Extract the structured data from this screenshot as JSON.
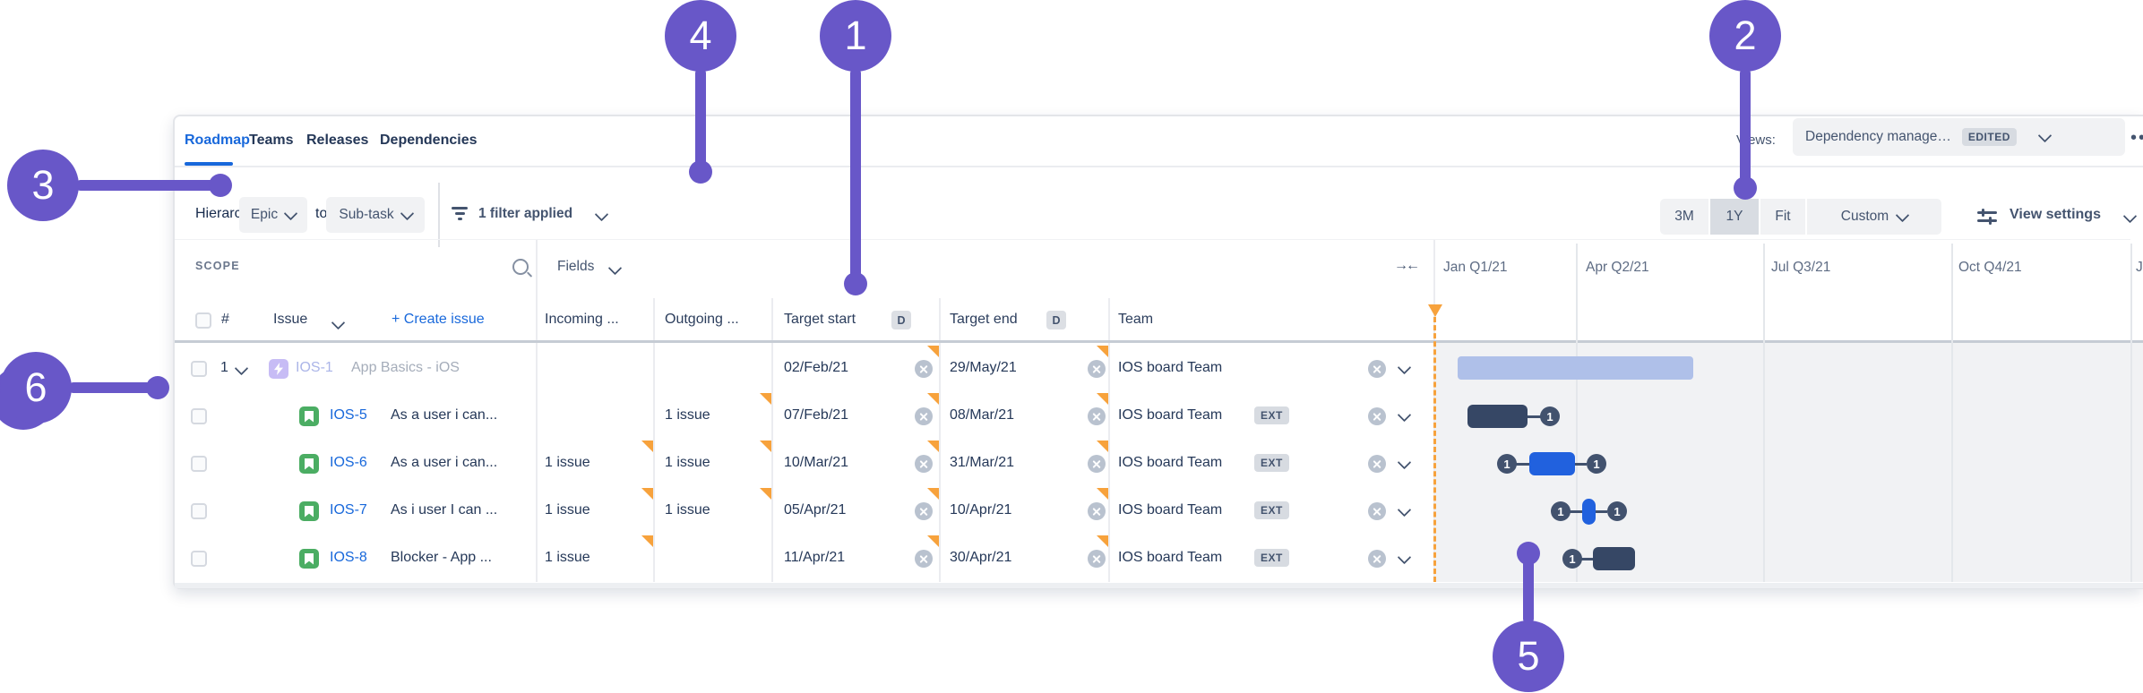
{
  "colors": {
    "accent_purple": "#6857C8",
    "link_blue": "#1868DB",
    "orange": "#F7A23C",
    "bar_dark": "#364765",
    "bar_blue": "#2161DE",
    "epic_bar": "#AFC0E9",
    "badge_circle": "#42526E"
  },
  "callouts": {
    "one": "1",
    "two": "2",
    "three": "3",
    "four": "4",
    "five": "5",
    "six": "6",
    "ghost_five": "5",
    "ghost_white_five": "5"
  },
  "tabs": [
    {
      "label": "Roadmap"
    },
    {
      "label": "Teams"
    },
    {
      "label": "Releases"
    },
    {
      "label": "Dependencies"
    }
  ],
  "views": {
    "label": "Views:",
    "value": "Dependency manage…",
    "badge": "EDITED",
    "more": "••"
  },
  "toolbar": {
    "hierarchy": "Hierarchy:",
    "level_from": "Epic",
    "to": "to",
    "level_to": "Sub-task",
    "filter": "1 filter applied"
  },
  "zoombar": {
    "m3": "3M",
    "y1": "1Y",
    "fit": "Fit",
    "custom": "Custom",
    "view_settings": "View settings"
  },
  "table": {
    "scope": "SCOPE",
    "fields": "Fields",
    "hash": "#",
    "issue": "Issue",
    "create": "+ Create issue",
    "incoming": "Incoming ...",
    "outgoing": "Outgoing ...",
    "target_start": "Target start",
    "target_end": "Target end",
    "team": "Team",
    "d": "D",
    "collapse": "→←"
  },
  "rows": [
    {
      "num": "1",
      "key": "IOS-1",
      "title": "App Basics - iOS",
      "start": "02/Feb/21",
      "end": "29/May/21",
      "team": "IOS board Team"
    },
    {
      "key": "IOS-5",
      "title": "As a user i can...",
      "outgoing": "1 issue",
      "start": "07/Feb/21",
      "end": "08/Mar/21",
      "team": "IOS board Team",
      "ext": "EXT"
    },
    {
      "key": "IOS-6",
      "title": "As a user i can...",
      "incoming": "1 issue",
      "outgoing": "1 issue",
      "start": "10/Mar/21",
      "end": "31/Mar/21",
      "team": "IOS board Team",
      "ext": "EXT"
    },
    {
      "key": "IOS-7",
      "title": "As i user I can ...",
      "incoming": "1 issue",
      "outgoing": "1 issue",
      "start": "05/Apr/21",
      "end": "10/Apr/21",
      "team": "IOS board Team",
      "ext": "EXT"
    },
    {
      "key": "IOS-8",
      "title": "Blocker - App ...",
      "incoming": "1 issue",
      "start": "11/Apr/21",
      "end": "30/Apr/21",
      "team": "IOS board Team",
      "ext": "EXT"
    }
  ],
  "timeline": {
    "quarters": [
      {
        "label": "Jan Q1/21"
      },
      {
        "label": "Apr Q2/21"
      },
      {
        "label": "Jul Q3/21"
      },
      {
        "label": "Oct Q4/21"
      }
    ],
    "clipped": "J"
  },
  "gantt": {
    "badge": "1"
  }
}
